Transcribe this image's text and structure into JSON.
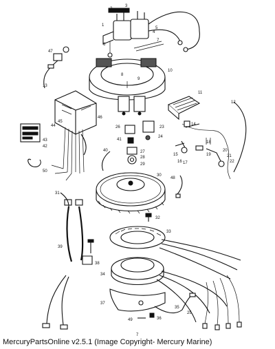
{
  "caption": "MercuryPartsOnline v2.5.1 (Image Copyright- Mercury Marine)",
  "page_number": "7",
  "callouts": {
    "c1": "1",
    "c2": "2",
    "c3": "3",
    "c4": "4",
    "c5": "5",
    "c6": "6",
    "c7": "7",
    "c8": "8",
    "c9": "9",
    "c10": "10",
    "c11": "11",
    "c12": "12",
    "c13": "13",
    "c14": "14",
    "c15": "15",
    "c16": "16",
    "c17": "17",
    "c18": "18",
    "c19": "19",
    "c20": "20",
    "c21": "21",
    "c22": "22",
    "c23": "23",
    "c24": "24",
    "c25": "25",
    "c26": "26",
    "c27": "27",
    "c28": "28",
    "c29": "29",
    "c30": "30",
    "c31": "31",
    "c32": "32",
    "c33": "33",
    "c34": "34",
    "c35": "35",
    "c36": "36",
    "c37": "37",
    "c38": "38",
    "c39": "39",
    "c40": "40",
    "c41": "41",
    "c42": "42",
    "c43": "43",
    "c44": "44",
    "c45": "45",
    "c46": "46",
    "c47": "47",
    "c48": "48",
    "c49": "49",
    "c50": "50"
  }
}
